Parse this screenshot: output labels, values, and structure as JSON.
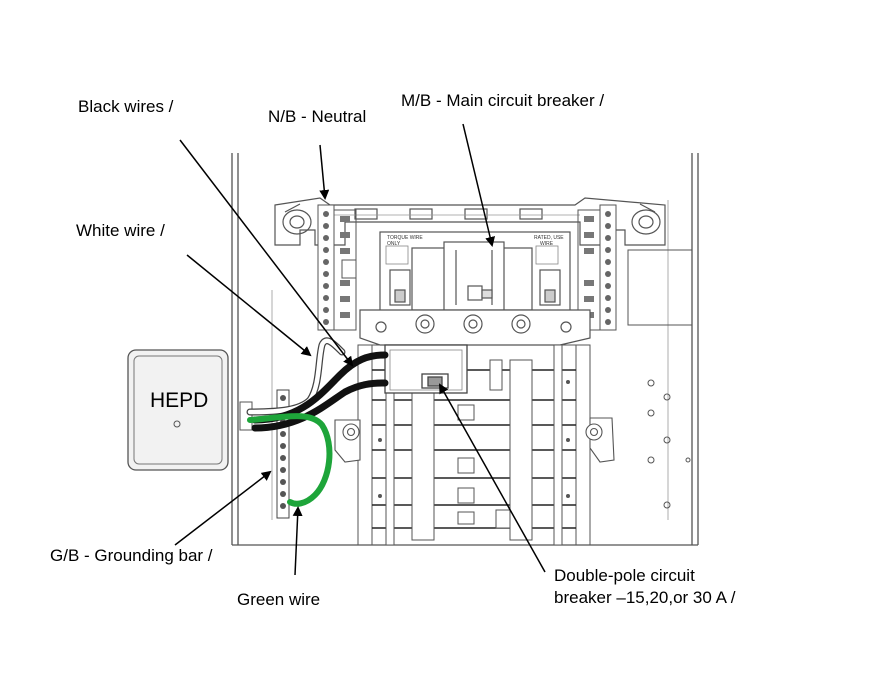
{
  "labels": {
    "black_wires": "Black wires /",
    "neutral": "N/B - Neutral",
    "main_breaker": "M/B - Main circuit breaker /",
    "white_wire": "White wire /",
    "hepd": "HEPD",
    "grounding_bar": "G/B - Grounding bar /",
    "green_wire": "Green wire",
    "double_pole_line1": "Double-pole circuit",
    "double_pole_line2": "breaker –15,20,or 30 A /"
  },
  "small_print": {
    "left_1": "TORQUE WIRE",
    "left_2": "ONLY",
    "right_1": "RATED, USE",
    "right_2": "WIRE"
  },
  "colors": {
    "line": "#4a4a4a",
    "green_wire": "#1ea53a",
    "black_wire": "#111111",
    "white_wire": "#ffffff",
    "hepd_fill": "#f2f2f2"
  }
}
